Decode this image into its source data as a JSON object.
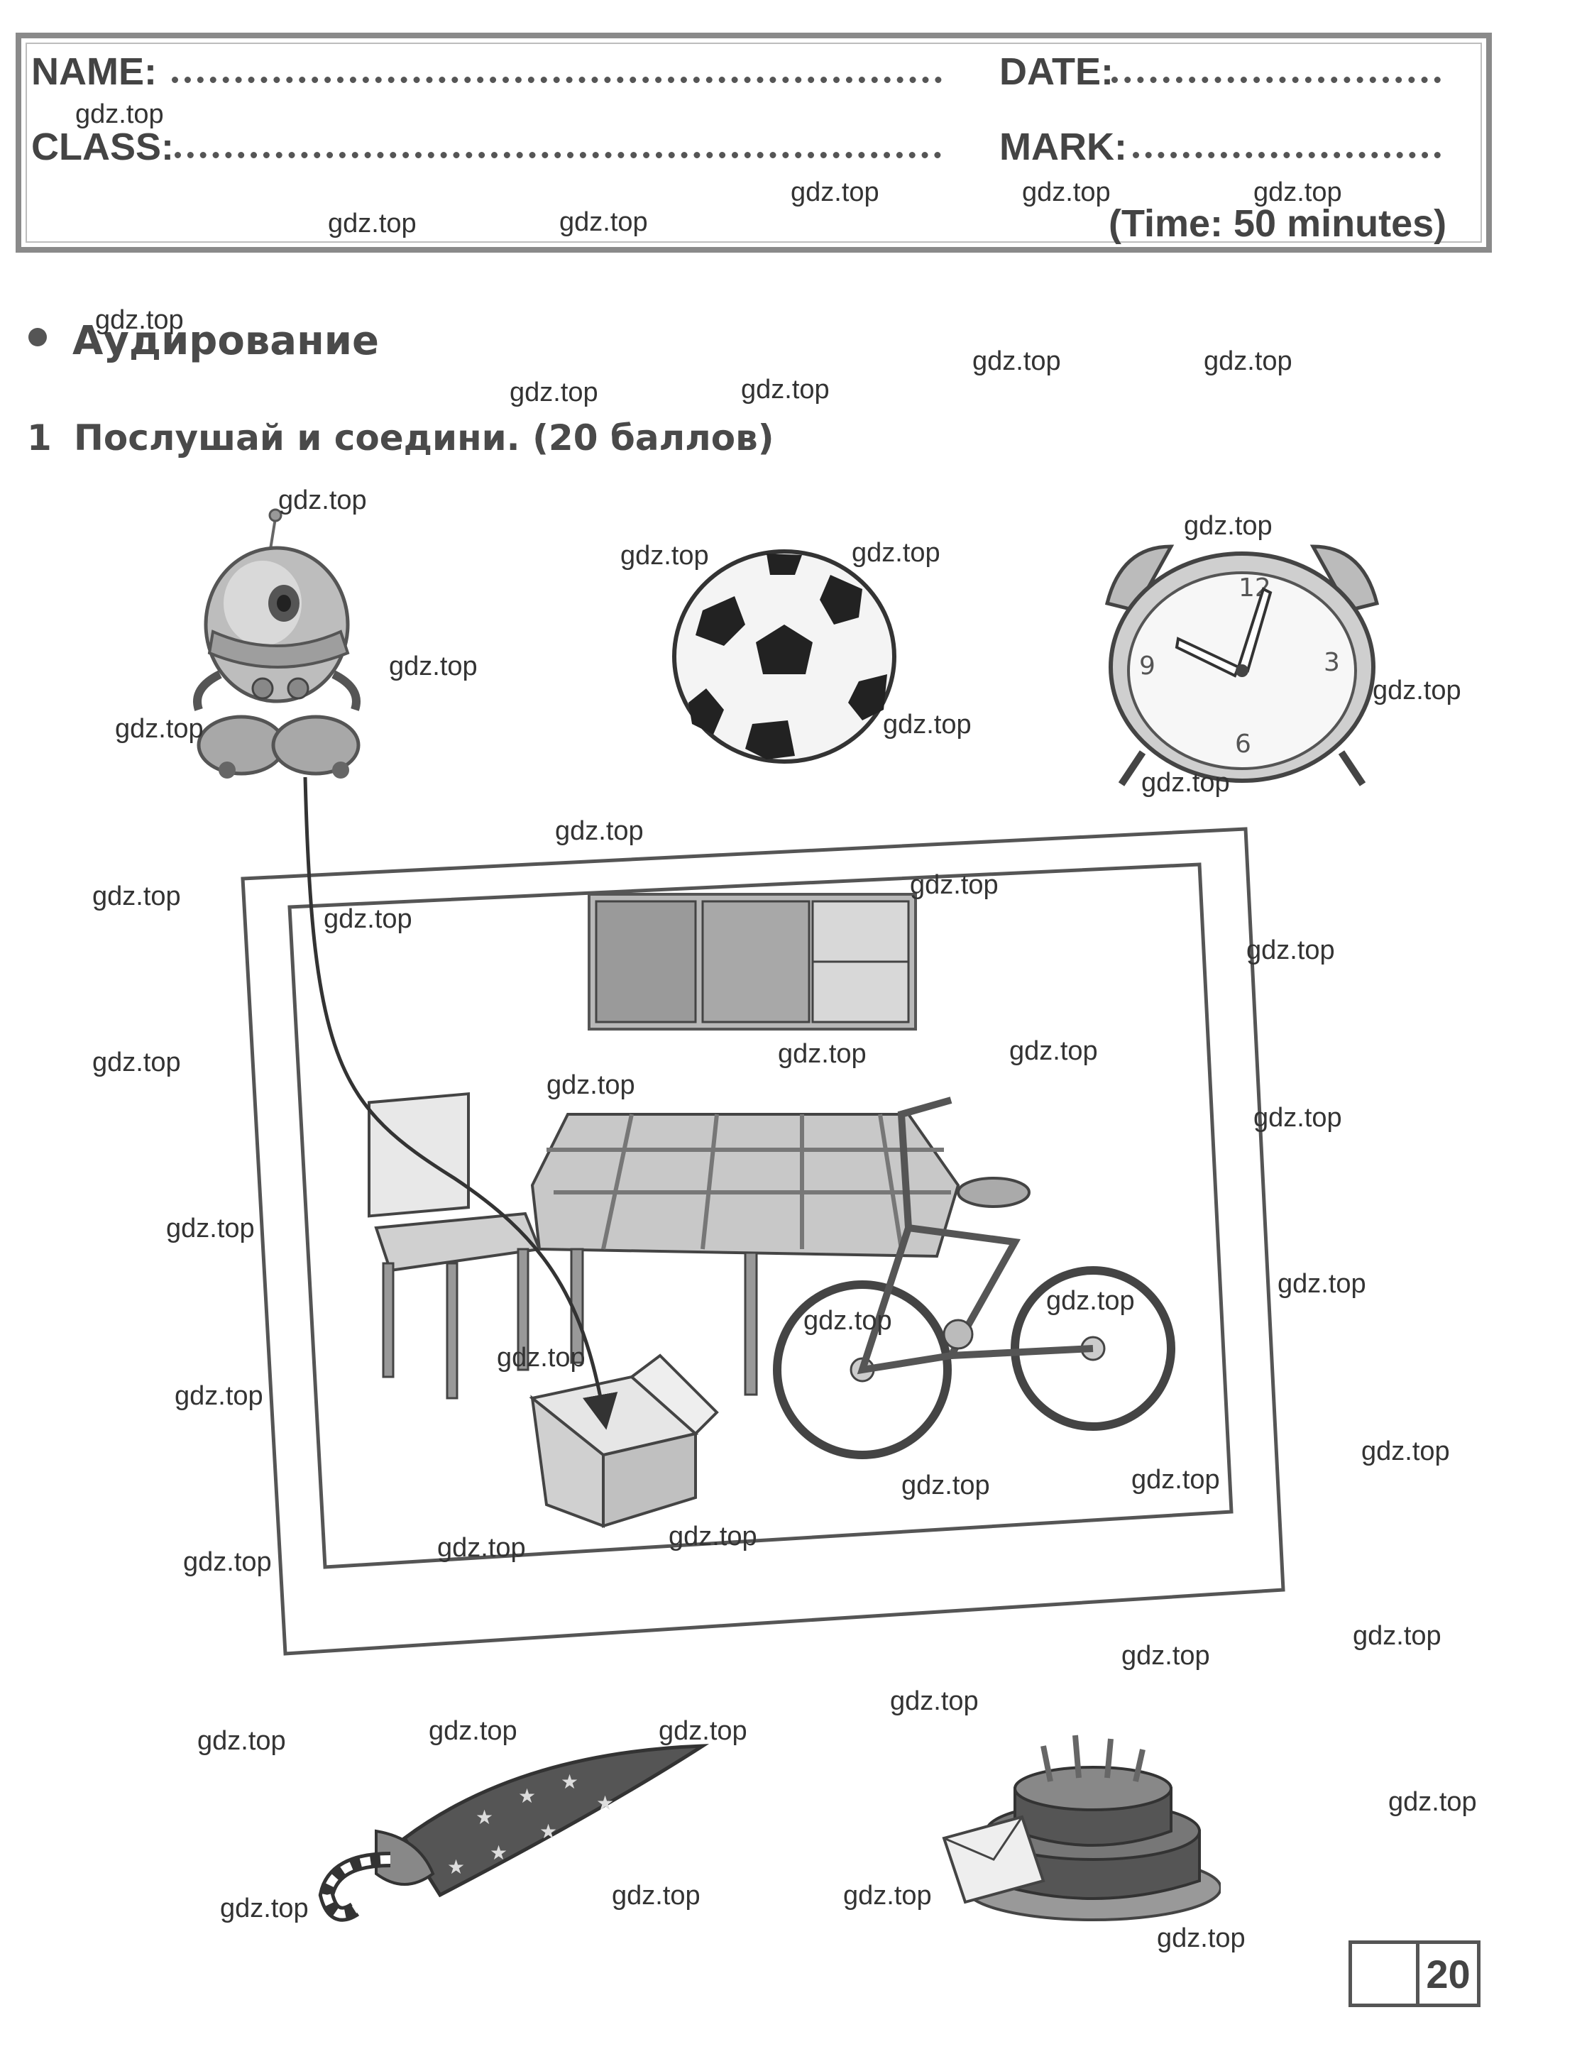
{
  "header": {
    "name_label": "NAME:",
    "class_label": "CLASS:",
    "date_label": "DATE:",
    "mark_label": "MARK:",
    "time": "(Time: 50 minutes)"
  },
  "section_title": "Аудирование",
  "task": {
    "number": "1",
    "text": "Послушай и соедини. (20 баллов)"
  },
  "items": {
    "robot": "robot-toy",
    "ball": "football",
    "clock": "alarm-clock",
    "umbrella": "umbrella",
    "cake": "birthday-cake",
    "room": "room-with-cupboard-table-chair-bike-box"
  },
  "clock_numbers": [
    "12",
    "3",
    "6",
    "9"
  ],
  "watermark": "gdz.top",
  "score": {
    "max_points": "20"
  },
  "colors": {
    "frame": "#555555",
    "header_border": "#8a8a8a",
    "text": "#444444"
  }
}
